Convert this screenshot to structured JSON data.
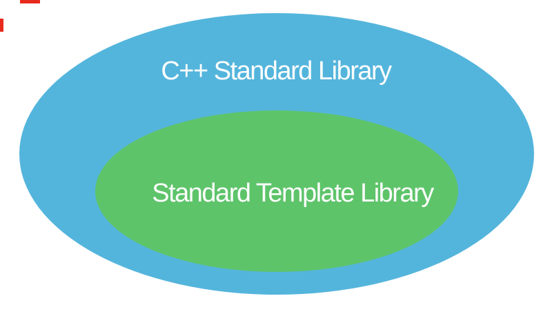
{
  "page": {
    "background": "#ffffff"
  },
  "diagram": {
    "type": "venn-nested",
    "text_color": "#fdfdfd",
    "outer_set": {
      "label": "C++ Standard Library",
      "color": "#54b5dc"
    },
    "inner_set": {
      "label": "Standard Template Library",
      "color": "#5ec46a"
    }
  },
  "crop_marks": {
    "color": "#e8291d"
  }
}
